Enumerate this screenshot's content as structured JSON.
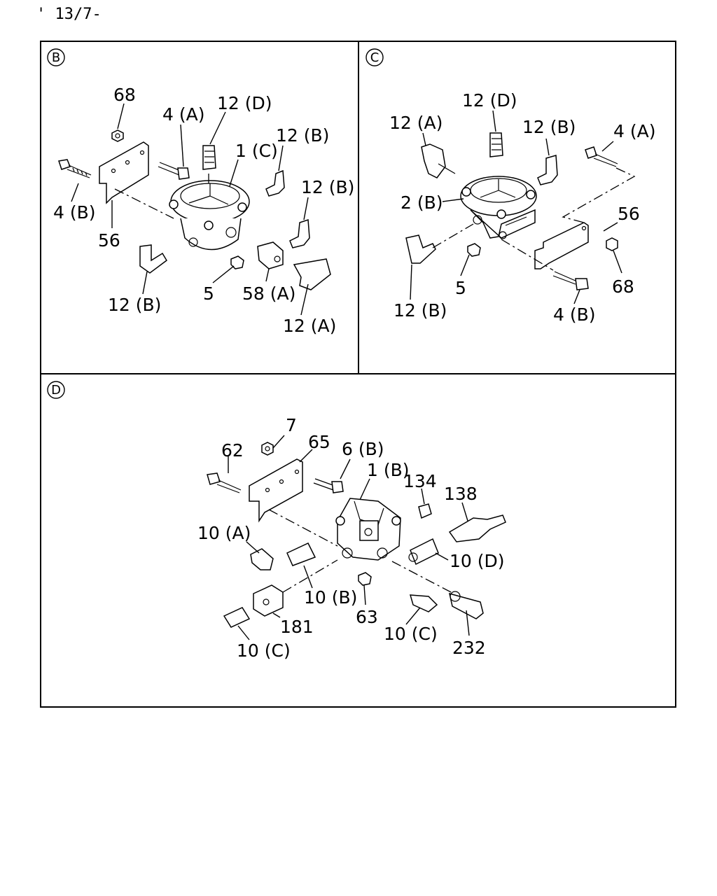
{
  "header": {
    "code": "' 13/7-"
  },
  "panels": {
    "B": {
      "marker": "B",
      "labels": [
        "68",
        "4 (A)",
        "12 (D)",
        "1 (C)",
        "12 (B)",
        "12 (B)",
        "4 (B)",
        "56",
        "12 (B)",
        "5",
        "58 (A)",
        "12 (A)"
      ]
    },
    "C": {
      "marker": "C",
      "labels": [
        "12 (D)",
        "12 (A)",
        "12 (B)",
        "4 (A)",
        "2 (B)",
        "56",
        "5",
        "68",
        "12 (B)",
        "4 (B)"
      ]
    },
    "D": {
      "marker": "D",
      "labels": [
        "7",
        "65",
        "62",
        "6 (B)",
        "1 (B)",
        "134",
        "138",
        "10 (A)",
        "10 (D)",
        "10 (B)",
        "63",
        "181",
        "10 (C)",
        "10 (C)",
        "232"
      ]
    }
  }
}
